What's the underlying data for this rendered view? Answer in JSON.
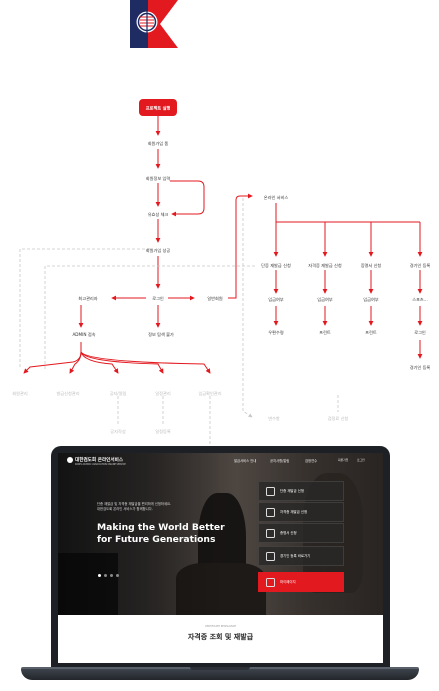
{
  "logo": {
    "name": "KTA emblem",
    "colors": [
      "#1e2c63",
      "#e2191f"
    ]
  },
  "flow": {
    "start": "프로젝트 실행",
    "steps": [
      "회원가입 폼",
      "회원정보 입력",
      "유효성 체크",
      "회원가입 성공"
    ],
    "main_menu": "로그인",
    "admin_main": "최고관리자",
    "admin_access": "ADMIN 접속",
    "find_info": "정보 탐색 불가",
    "general": "일반회원",
    "online": "온라인 서비스",
    "services": [
      "단증 재발급 신청",
      "자격증 재발급 신청",
      "증명서 신청",
      "경기인 등록"
    ],
    "service_sub1": [
      "입금여부",
      "입금여부",
      "입금여부",
      "스포츠..."
    ],
    "service_sub2": [
      "우편수령",
      "프린트",
      "프린트",
      "로그인"
    ],
    "service_sub3": [
      "경기인 등록"
    ],
    "admin_items": [
      "회원관리",
      "발급신청관리",
      "공지/알림",
      "일정관리",
      "입금확인관리"
    ],
    "admin_sub": [
      "공지작성",
      "일정등록"
    ],
    "faint_items": [
      "변수항",
      "검정료 신청"
    ]
  },
  "website": {
    "brand": "대한검도회 온라인서비스",
    "brand_sub": "KOREA KUMDO ASSOCIATION ONLINE SERVICE",
    "nav": [
      "발급서비스 안내",
      "공지사항/알림",
      "검정연수"
    ],
    "nav_right": [
      "회원가입",
      "로그인"
    ],
    "hero_small": [
      "단증 재발급 및 자격증 재발급을 편리하게 신청하세요.",
      "대한검도회 온라인 서비스가 함께합니다."
    ],
    "hero_title": [
      "Making the World Better",
      "for Future Generations"
    ],
    "slider_dots": 4,
    "panels": [
      "단증 재발급 신청",
      "자격증 재발급 신청",
      "증명서 신청",
      "경기인 등록 바로가기",
      "마이페이지"
    ],
    "section_eyebrow": "CERTIFICATE REISSUANCE",
    "section_title": "자격증 조회 및 재발급"
  }
}
